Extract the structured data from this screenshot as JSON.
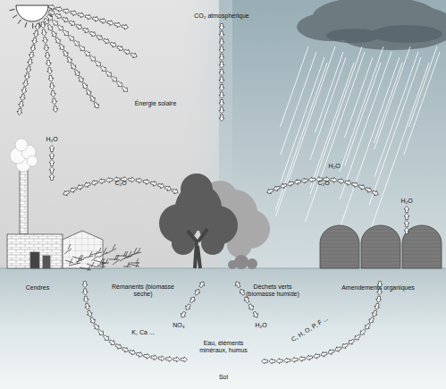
{
  "diagram": {
    "labels": [
      "CO₂ atmosphérique",
      "Énergie solaire",
      "H₂O",
      "H₂O",
      "C₂O",
      "C₂O",
      "H₂O",
      "Cendres",
      "Rémanents (biomasse sèche)",
      "Déchets verts (biomasse humide)",
      "Amendements organiques",
      "NO₃",
      "H₂O",
      "K, Ca ...",
      "C, H, O, P, F ...",
      "Eau, éléments minéraux, humus",
      "Sol"
    ]
  }
}
